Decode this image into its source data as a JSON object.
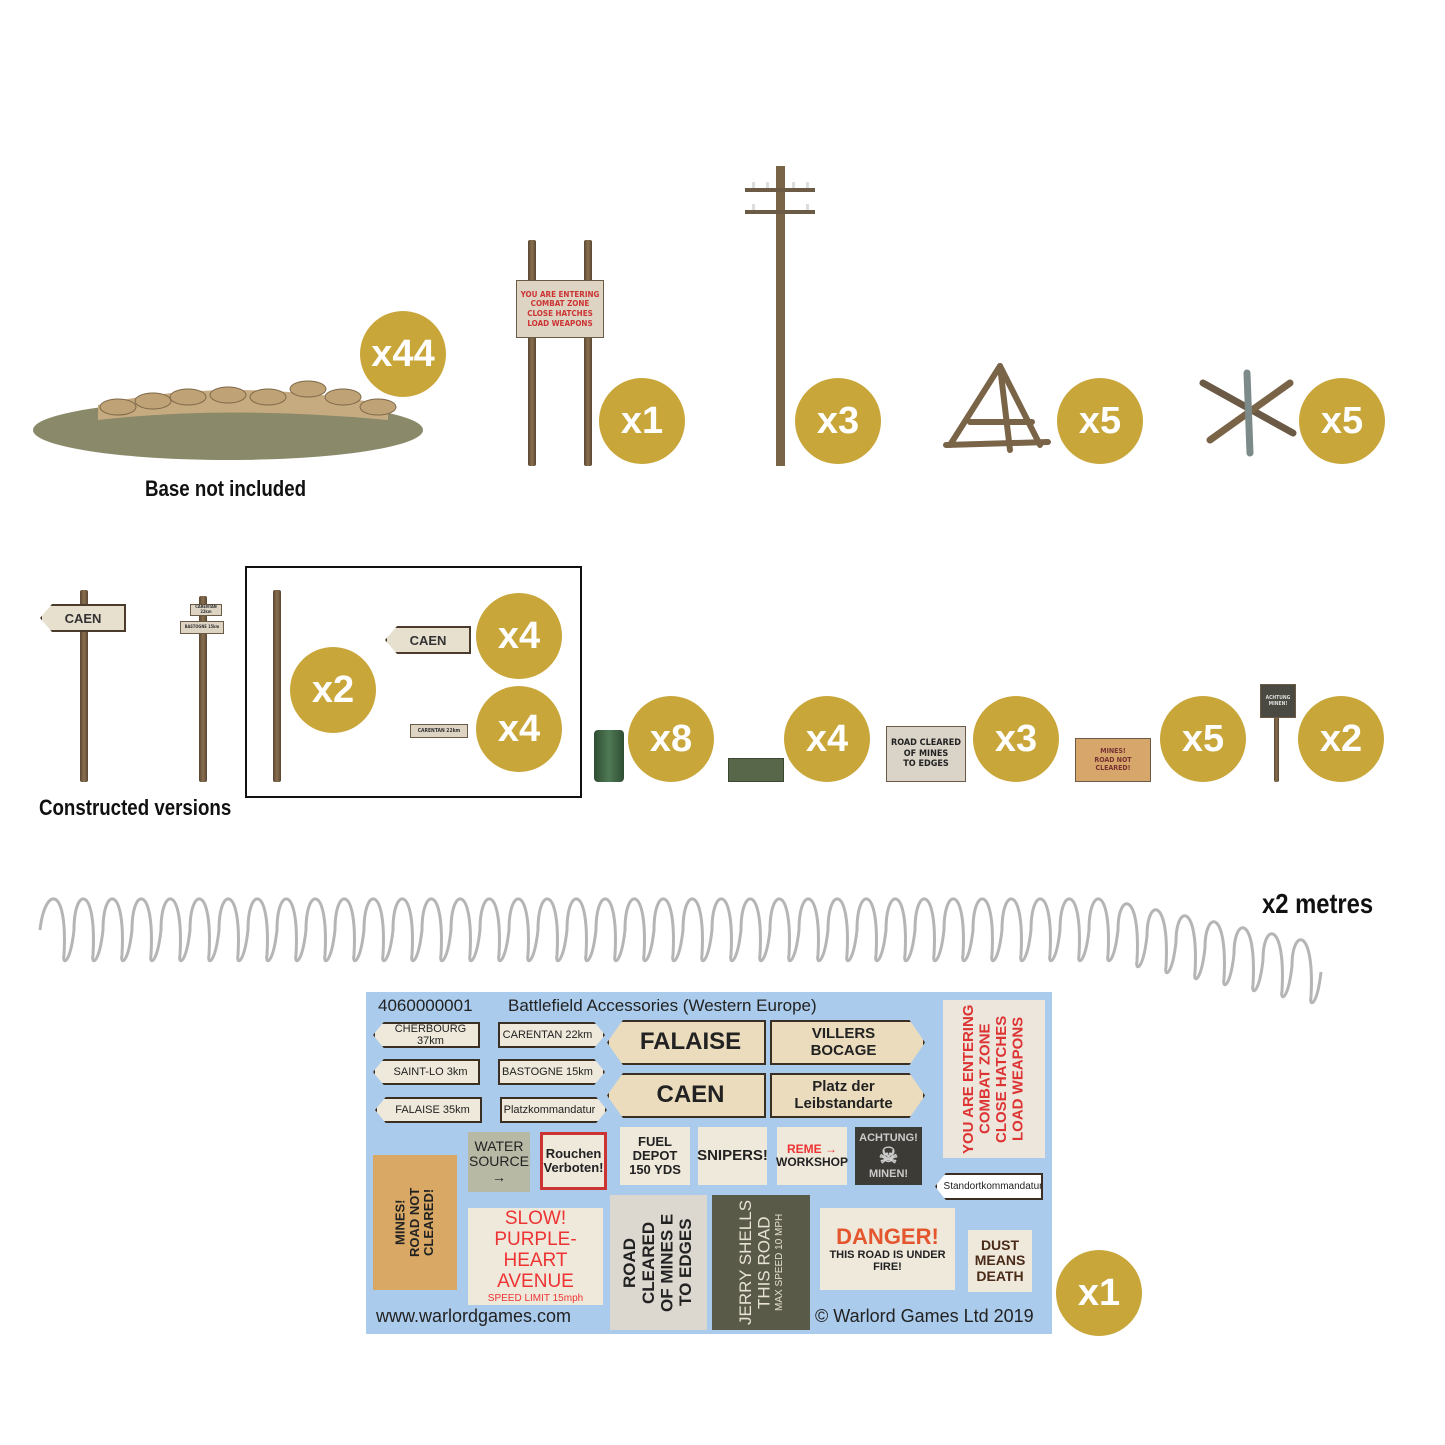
{
  "labels": {
    "base_not_included": "Base not included",
    "constructed_versions": "Constructed versions",
    "wire_length": "x2 metres"
  },
  "quantities": {
    "sandbags": "x44",
    "combat_zone_sign": "x1",
    "telegraph_pole": "x3",
    "tripod_obstacle": "x5",
    "czech_hedgehog": "x5",
    "sign_post": "x2",
    "large_arrow_sign": "x4",
    "small_arrow_sign": "x4",
    "fuel_drum": "x8",
    "ammo_crate": "x4",
    "road_cleared_sign": "x3",
    "mines_sign": "x5",
    "achtung_sign": "x2",
    "decal_sheet": "x1"
  },
  "model_signs": {
    "combat_zone": [
      "YOU ARE ENTERING",
      "COMBAT ZONE",
      "CLOSE HATCHES",
      "LOAD WEAPONS"
    ],
    "caen": "CAEN",
    "carentan": "CARENTAN 22km",
    "bastogne": "BASTOGNE 15km",
    "road_cleared": [
      "ROAD CLEARED",
      "OF MINES",
      "TO EDGES"
    ],
    "mines": [
      "MINES!",
      "ROAD NOT CLEARED!"
    ],
    "achtung": [
      "ACHTUNG",
      "MINEN!"
    ]
  },
  "decal_sheet": {
    "code": "4060000001",
    "title": "Battlefield Accessories (Western Europe)",
    "small_signs": [
      "CHERBOURG 37km",
      "CARENTAN 22km",
      "SAINT-LO 3km",
      "BASTOGNE 15km",
      "FALAISE 35km",
      "Platzkommandatur"
    ],
    "large_signs": {
      "falaise": "FALAISE",
      "villers": [
        "VILLERS",
        "BOCAGE"
      ],
      "caen": "CAEN",
      "platz": [
        "Platz der",
        "Leibstandarte"
      ]
    },
    "combat_zone": [
      "YOU ARE ENTERING",
      "COMBAT ZONE",
      "CLOSE HATCHES",
      "LOAD WEAPONS"
    ],
    "water": [
      "WATER",
      "SOURCE",
      "→"
    ],
    "rauchen": [
      "Rouchen",
      "Verboten!"
    ],
    "fuel": [
      "FUEL DEPOT",
      "150 YDS"
    ],
    "snipers": "SNIPERS!",
    "reme": [
      "REME →",
      "WORKSHOP"
    ],
    "achtung": [
      "ACHTUNG!",
      "☠",
      "MINEN!"
    ],
    "mines": [
      "MINES!",
      "ROAD NOT CLEARED!"
    ],
    "standort": "Standortkommandatur",
    "slow": [
      "SLOW!",
      "PURPLE-HEART",
      "AVENUE",
      "SPEED LIMIT 15mph"
    ],
    "road_cleared": [
      "ROAD CLEARED",
      "OF MINES E",
      "TO EDGES"
    ],
    "jerry": [
      "JERRY SHELLS",
      "THIS ROAD",
      "MAX SPEED 10 MPH"
    ],
    "danger": [
      "DANGER!",
      "THIS ROAD IS UNDER FIRE!"
    ],
    "dust": [
      "DUST",
      "MEANS",
      "DEATH"
    ],
    "website": "www.warlordgames.com",
    "copyright": "© Warlord Games Ltd 2019"
  }
}
